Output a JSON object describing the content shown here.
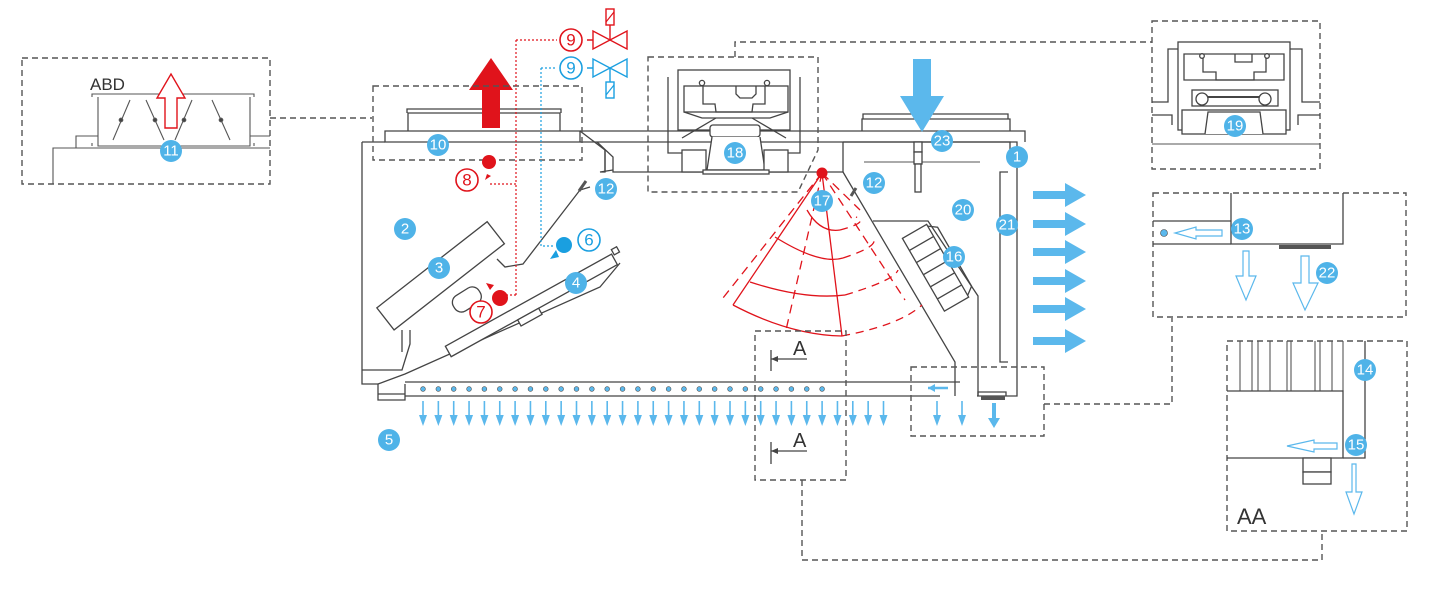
{
  "diagram": {
    "title": "Range hood ventilation system schematic",
    "colors": {
      "callout_badge": "#4fb3e8",
      "supply_air": "#5bb8ec",
      "exhaust_air": "#e0131b",
      "hot_valve": "#e0131b",
      "cold_valve": "#1a9fe0",
      "line": "#444444"
    },
    "labels": {
      "abd": "ABD",
      "section_a_top": "A",
      "section_a_bottom": "A",
      "section_aa": "AA"
    },
    "callouts": [
      {
        "id": "1",
        "style": "filled"
      },
      {
        "id": "2",
        "style": "filled"
      },
      {
        "id": "3",
        "style": "filled"
      },
      {
        "id": "4",
        "style": "filled"
      },
      {
        "id": "5",
        "style": "filled"
      },
      {
        "id": "6",
        "style": "ring-blue"
      },
      {
        "id": "7",
        "style": "ring-red"
      },
      {
        "id": "8",
        "style": "ring-red"
      },
      {
        "id": "9",
        "style": "ring-red"
      },
      {
        "id": "9",
        "style": "ring-blue"
      },
      {
        "id": "10",
        "style": "filled"
      },
      {
        "id": "11",
        "style": "filled"
      },
      {
        "id": "12",
        "style": "filled"
      },
      {
        "id": "12",
        "style": "filled"
      },
      {
        "id": "13",
        "style": "filled"
      },
      {
        "id": "14",
        "style": "filled"
      },
      {
        "id": "15",
        "style": "filled"
      },
      {
        "id": "16",
        "style": "filled"
      },
      {
        "id": "17",
        "style": "filled"
      },
      {
        "id": "18",
        "style": "filled"
      },
      {
        "id": "19",
        "style": "filled"
      },
      {
        "id": "20",
        "style": "filled"
      },
      {
        "id": "21",
        "style": "filled"
      },
      {
        "id": "22",
        "style": "filled"
      },
      {
        "id": "23",
        "style": "filled"
      }
    ],
    "counts": {
      "bottom_nozzle_dots": 27,
      "bottom_down_arrows": 34,
      "front_right_arrows": 6
    }
  }
}
